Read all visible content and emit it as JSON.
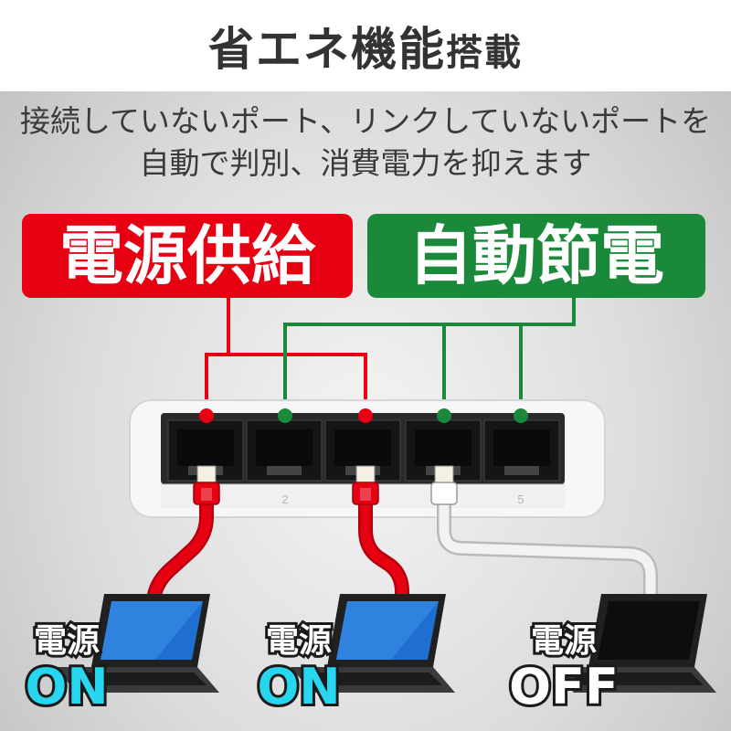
{
  "title": {
    "main": "省エネ機能",
    "small": "搭載"
  },
  "subtitle": {
    "line1": "接続していないポート、リンクしていないポートを",
    "line2": "自動で判別、消費電力を抑えます"
  },
  "labels": {
    "power_supply": "電源供給",
    "auto_save": "自動節電"
  },
  "port_numbers": [
    "2",
    "5"
  ],
  "computers": [
    {
      "kanji": "電源",
      "state": "ON"
    },
    {
      "kanji": "電源",
      "state": "ON"
    },
    {
      "kanji": "電源",
      "state": "OFF"
    }
  ],
  "colors": {
    "red": "#e60012",
    "green": "#1a8a3a",
    "on_text": "#29d6f0",
    "cable_white": "#f2f2f2"
  }
}
